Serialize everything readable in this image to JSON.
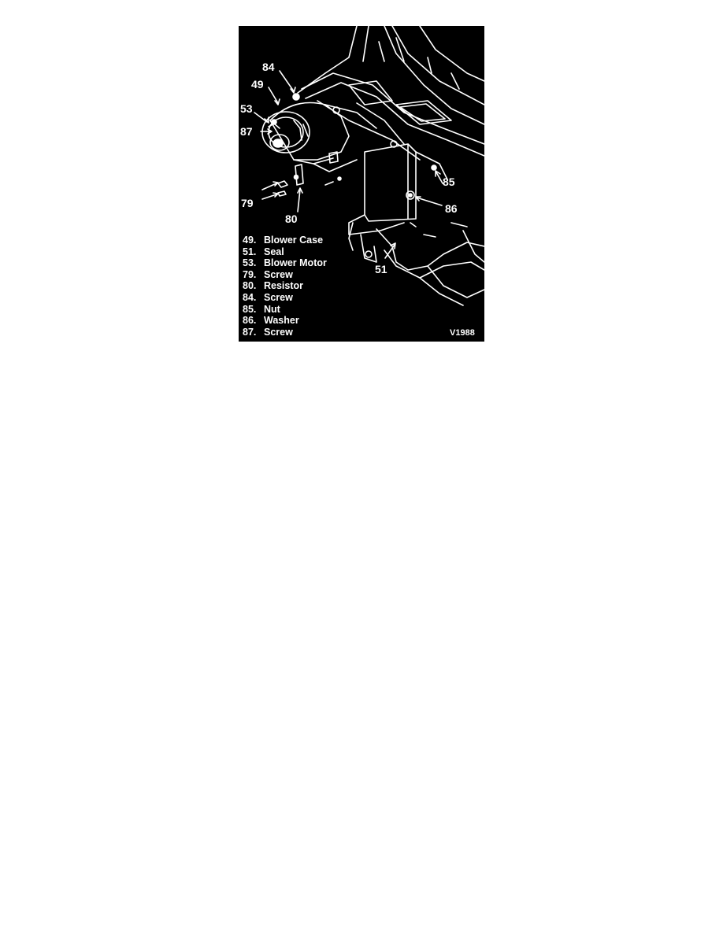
{
  "figure": {
    "background": "#000000",
    "line_color": "#ffffff",
    "figure_id": "V1988",
    "callouts": {
      "c84": "84",
      "c49": "49",
      "c53": "53",
      "c87": "87",
      "c79": "79",
      "c80": "80",
      "c85": "85",
      "c86": "86",
      "c51": "51"
    },
    "legend": [
      {
        "num": "49.",
        "label": "Blower Case"
      },
      {
        "num": "51.",
        "label": "Seal"
      },
      {
        "num": "53.",
        "label": "Blower Motor"
      },
      {
        "num": "79.",
        "label": "Screw"
      },
      {
        "num": "80.",
        "label": "Resistor"
      },
      {
        "num": "84.",
        "label": "Screw"
      },
      {
        "num": "85.",
        "label": "Nut"
      },
      {
        "num": "86.",
        "label": "Washer"
      },
      {
        "num": "87.",
        "label": "Screw"
      }
    ]
  }
}
